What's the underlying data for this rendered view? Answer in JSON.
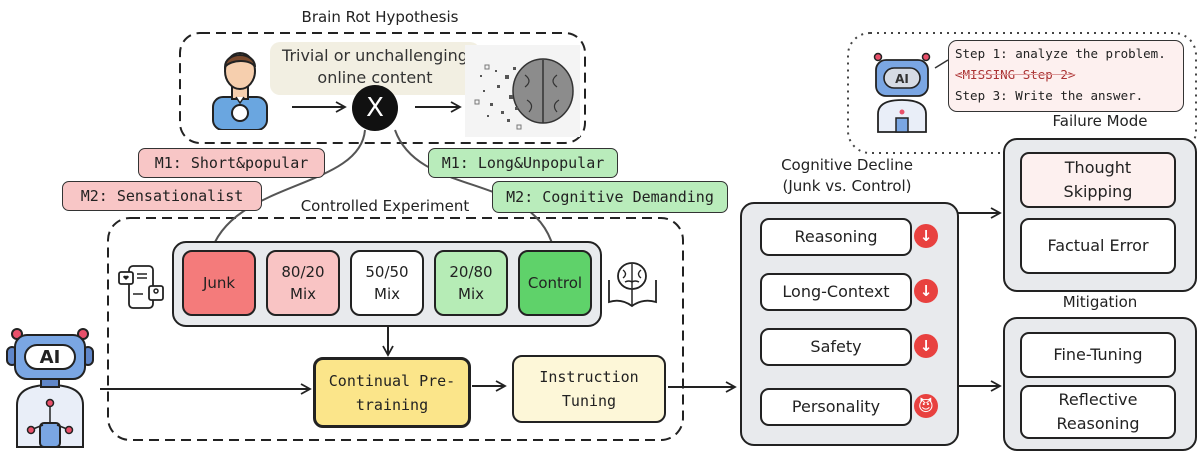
{
  "hypothesis": {
    "title": "Brain Rot Hypothesis",
    "content_label_line1": "Trivial or unchallenging",
    "content_label_line2": "online content",
    "platform_logo": "X",
    "icons": [
      "person-icon",
      "x-logo-icon",
      "disintegrating-brain-icon"
    ]
  },
  "metrics": {
    "junk": [
      {
        "label": "M1: Short&popular"
      },
      {
        "label": "M2: Sensationalist"
      }
    ],
    "control": [
      {
        "label": "M1: Long&Unpopular"
      },
      {
        "label": "M2: Cognitive Demanding"
      }
    ]
  },
  "experiment": {
    "title": "Controlled Experiment",
    "mixes": [
      {
        "line1": "Junk",
        "line2": "",
        "color": "#f47b7b"
      },
      {
        "line1": "80/20",
        "line2": "Mix",
        "color": "#f9c4c4"
      },
      {
        "line1": "50/50",
        "line2": "Mix",
        "color": "#ffffff"
      },
      {
        "line1": "20/80",
        "line2": "Mix",
        "color": "#b6ecb6"
      },
      {
        "line1": "Control",
        "line2": "",
        "color": "#5fd26a"
      }
    ],
    "stages": {
      "pretrain_line1": "Continual Pre-",
      "pretrain_line2": "training",
      "instruct_line1": "Instruction",
      "instruct_line2": "Tuning"
    },
    "pretrain_color": "#fbe58a",
    "instruct_color": "#fdf7d8"
  },
  "decline": {
    "title_line1": "Cognitive Decline",
    "title_line2": "(Junk vs. Control)",
    "items": [
      {
        "label": "Reasoning",
        "indicator": "down-arrow-icon",
        "glyph": "↓"
      },
      {
        "label": "Long-Context",
        "indicator": "down-arrow-icon",
        "glyph": "↓"
      },
      {
        "label": "Safety",
        "indicator": "down-arrow-icon",
        "glyph": "↓"
      },
      {
        "label": "Personality",
        "indicator": "devil-face-icon",
        "glyph": "😈"
      }
    ],
    "accent": "#e8413f"
  },
  "failure": {
    "speech_line1": "Step 1: analyze the problem.",
    "speech_line2": "<MISSING Step 2>",
    "speech_line3": "Step 3: Write the answer.",
    "title": "Failure Mode",
    "items": [
      {
        "line1": "Thought",
        "line2": "Skipping"
      },
      {
        "line1": "Factual Error",
        "line2": ""
      }
    ]
  },
  "mitigation": {
    "title": "Mitigation",
    "items": [
      {
        "line1": "Fine-Tuning",
        "line2": ""
      },
      {
        "line1": "Reflective",
        "line2": "Reasoning"
      }
    ]
  },
  "robot": {
    "label": "AI"
  }
}
